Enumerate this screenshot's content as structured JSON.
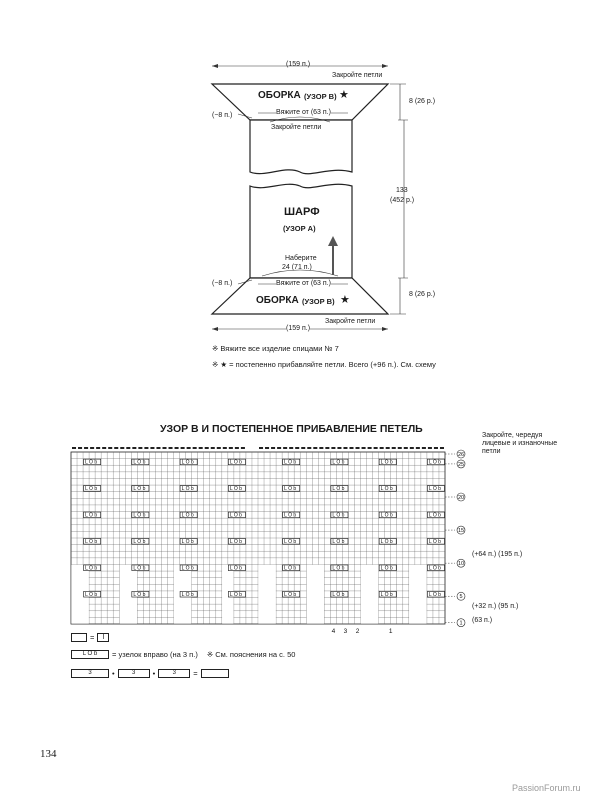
{
  "schematic": {
    "top_width": "(159 п.)",
    "bottom_width": "(159 п.)",
    "bind_off_top": "Закройте петли",
    "bind_off_bottom": "Закройте петли",
    "bind_off_middle": "Закройте петли",
    "ruffle_top": "ОБОРКА",
    "ruffle_top_pattern": "(УЗОР B)",
    "ruffle_bottom": "ОБОРКА",
    "ruffle_bottom_pattern": "(УЗОР B)",
    "knit_from_top": "Вяжите от (63 п.)",
    "knit_from_bottom": "Вяжите от (63 п.)",
    "dec_top": "(−8 п.)",
    "dec_bottom": "(−8 п.)",
    "ruffle_h_top": "8 (26 р.)",
    "ruffle_h_bottom": "8 (26 р.)",
    "total_h": "133",
    "total_rows": "(452 р.)",
    "scarf": "ШАРФ",
    "scarf_pattern": "(УЗОР А)",
    "cast_on": "Наберите",
    "cast_on_count": "24 (71 п.)",
    "star": "★"
  },
  "notes": {
    "note1": "※ Вяжите все изделие спицами № 7",
    "note2": "※  ★ = постепенно прибавляйте петли. Всего (+96 п.). См. схему"
  },
  "chart": {
    "title": "УЗОР В И ПОСТЕПЕННОЕ ПРИБАВЛЕНИЕ ПЕТЕЛЬ",
    "top_note_line1": "Закройте, чередуя",
    "top_note_line2": "лицевые и изнаночные",
    "top_note_line3": "петли",
    "row_labels": [
      "26",
      "25",
      "20",
      "15",
      "10",
      "5",
      "1"
    ],
    "inc1": "(+64 п.) (195 п.)",
    "inc2": "(+32 п.) (95 п.)",
    "start": "(63 п.)",
    "col_labels": [
      "4",
      "3",
      "2",
      "1"
    ],
    "knot": "L O b"
  },
  "legend": {
    "eq": "=",
    "knit_symbol": "I",
    "knot_desc": "= узелок вправо (на 3 п.)",
    "ref": "※ См. пояснения на с. 50",
    "dot": "•",
    "num3": "3"
  },
  "page_number": "134",
  "watermark": "PassionForum.ru"
}
